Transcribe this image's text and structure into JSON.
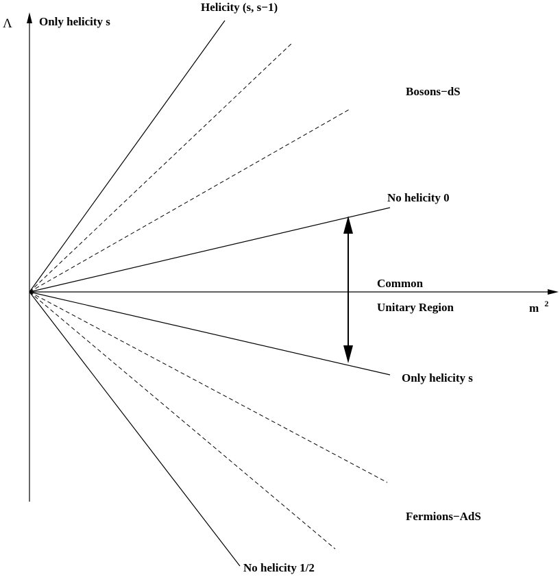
{
  "axes": {
    "y_label": "Λ",
    "x_label": "m",
    "x_label_superscript": "2"
  },
  "labels": {
    "only_helicity_s_top": "Only helicity s",
    "helicity_s_s_minus_1": "Helicity (s, s−1)",
    "bosons_ds": "Bosons−dS",
    "no_helicity_0": "No helicity 0",
    "common": "Common",
    "unitary_region": "Unitary Region",
    "only_helicity_s_lower": "Only helicity s",
    "fermions_ads": "Fermions−AdS",
    "no_helicity_half": "No helicity 1/2"
  }
}
